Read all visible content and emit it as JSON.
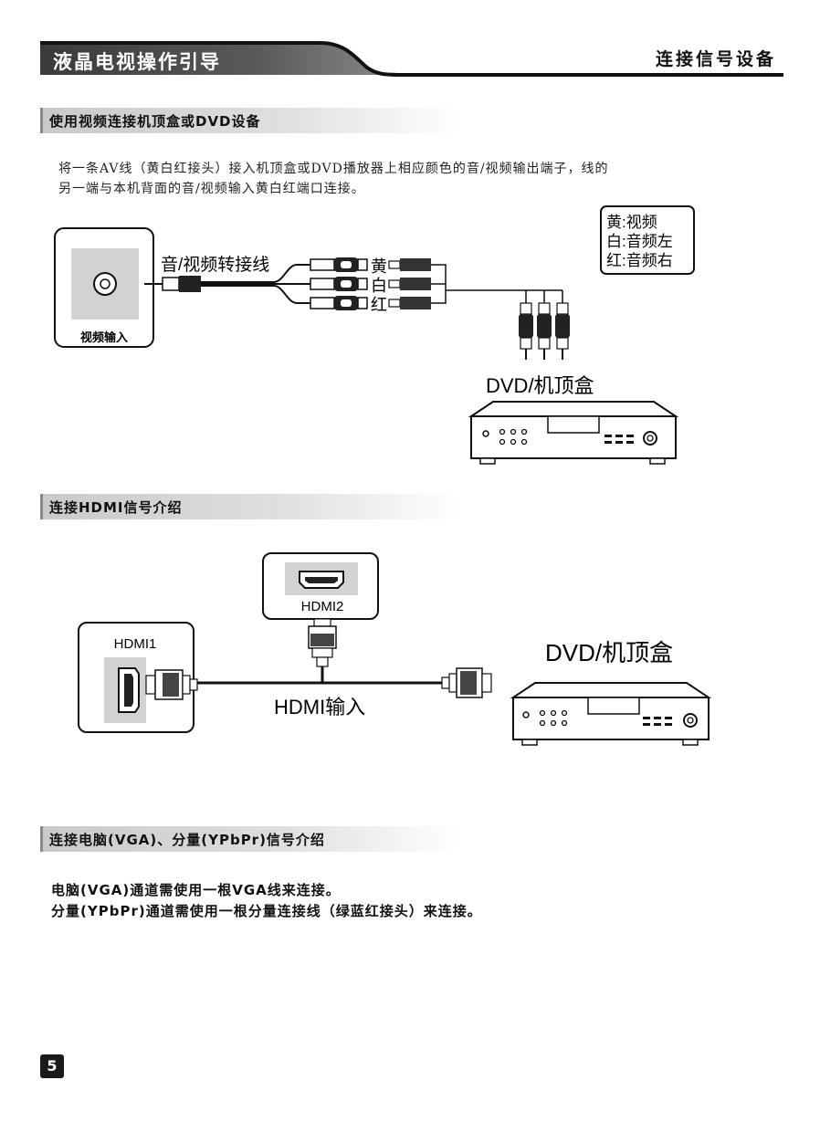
{
  "header": {
    "title": "液晶电视操作引导",
    "right": "连接信号设备"
  },
  "section1": {
    "heading": "使用视频连接机顶盒或DVD设备",
    "line1": "将一条AV线（黄白红接头）接入机顶盒或DVD播放器上相应颜色的音/视频输出端子，线的",
    "line2": "另一端与本机背面的音/视频输入黄白红端口连接。",
    "tv_port_label": "视频输入",
    "cable_label": "音/视频转接线",
    "plug_yellow": "黄",
    "plug_white": "白",
    "plug_red": "红",
    "legend_line1": "黄:视频",
    "legend_line2": "白:音频左",
    "legend_line3": "红:音频右",
    "device_label": "DVD/机顶盒"
  },
  "section2": {
    "heading": "连接HDMI信号介绍",
    "hdmi1_label": "HDMI1",
    "hdmi2_label": "HDMI2",
    "input_label": "HDMI输入",
    "device_label": "DVD/机顶盒"
  },
  "section3": {
    "heading": "连接电脑(VGA)、分量(YPbPr)信号介绍",
    "line1": "电脑(VGA)通道需使用一根VGA线来连接。",
    "line2": "分量(YPbPr)通道需使用一根分量连接线（绿蓝红接头）来连接。"
  },
  "page_number": "5"
}
